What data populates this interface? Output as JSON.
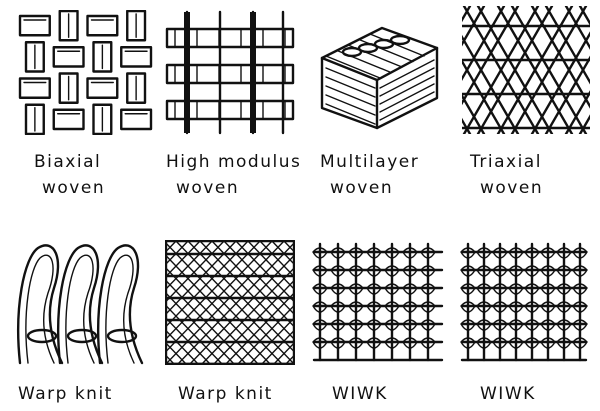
{
  "figure": {
    "panels": [
      {
        "id": "biaxial",
        "label_lines": [
          "Biaxial",
          "woven"
        ]
      },
      {
        "id": "high-modulus",
        "label_lines": [
          "High modulus",
          "woven"
        ]
      },
      {
        "id": "multilayer",
        "label_lines": [
          "Multilayer",
          "woven"
        ]
      },
      {
        "id": "triaxial",
        "label_lines": [
          "Triaxial",
          "woven"
        ]
      },
      {
        "id": "warp-knit-1",
        "label_lines": [
          "Warp knit"
        ]
      },
      {
        "id": "warp-knit-2",
        "label_lines": [
          "Warp knit"
        ]
      },
      {
        "id": "wiwk-1",
        "label_lines": [
          "WIWK"
        ]
      },
      {
        "id": "wiwk-2",
        "label_lines": [
          "WIWK"
        ]
      }
    ]
  }
}
